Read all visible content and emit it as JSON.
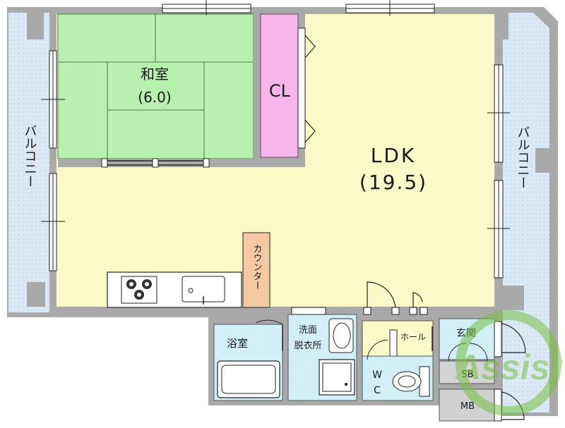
{
  "rooms": {
    "washitsu": {
      "name": "和室",
      "size": "(6.0)"
    },
    "closet": {
      "name": "CL"
    },
    "ldk": {
      "name": "LDK",
      "size": "(19.5)"
    },
    "balcony_left": {
      "name": "バルコニー"
    },
    "balcony_right": {
      "name": "バルコニー"
    },
    "counter": {
      "name": "カウンター"
    },
    "bath": {
      "name": "浴室"
    },
    "washroom": {
      "name_line1": "洗面",
      "name_line2": "脱衣所"
    },
    "hall": {
      "name": "ホール"
    },
    "wc": {
      "line1": "W",
      "line2": "C"
    },
    "entrance": {
      "name": "玄関"
    },
    "shoe_box": {
      "name": "SB"
    },
    "meter_box": {
      "name": "MB"
    }
  },
  "watermark": {
    "text": "Assist"
  },
  "colors": {
    "wall": "#a9a9a9",
    "tatami": "#b8f0b0",
    "ldk_floor": "#fafac8",
    "closet": "#f7b5ec",
    "balcony": "#dbe9f5",
    "counter": "#f4c9a4",
    "wet_area": "#d3f0f8",
    "box": "#d4d4d4",
    "watermark": "#76c043"
  }
}
